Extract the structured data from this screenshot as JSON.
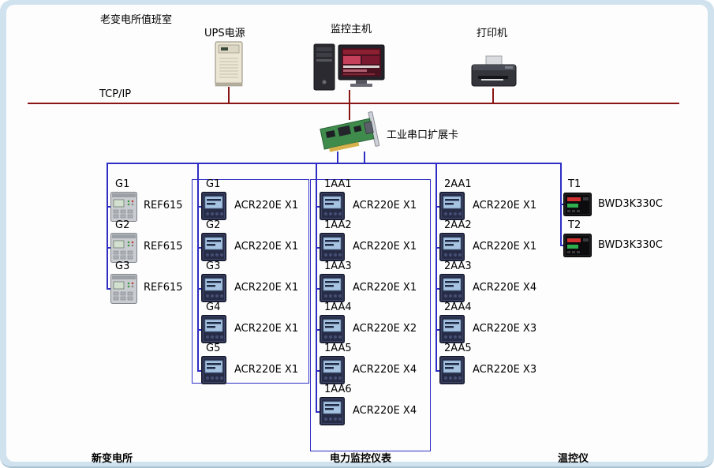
{
  "frame": {
    "title": "老变电所值班室",
    "footer_left": "新变电所",
    "footer_center": "电力监控仪表",
    "footer_right": "温控仪"
  },
  "top_devices": {
    "ups_label": "UPS电源",
    "host_label": "监控主机",
    "printer_label": "打印机"
  },
  "network": {
    "tcpip_label": "TCP/IP",
    "serial_card_label": "工业串口扩展卡"
  },
  "colors": {
    "tcpip_bus": "#8b1414",
    "field_bus": "#2e2ec4",
    "panel_bg": "#fdfdfd",
    "frame_bg": "#cfe2ee"
  },
  "columns": {
    "ref": {
      "items": [
        {
          "tag": "G1",
          "model": "REF615"
        },
        {
          "tag": "G2",
          "model": "REF615"
        },
        {
          "tag": "G3",
          "model": "REF615"
        }
      ]
    },
    "acr_g": {
      "items": [
        {
          "tag": "G1",
          "model": "ACR220E X1"
        },
        {
          "tag": "G2",
          "model": "ACR220E X1"
        },
        {
          "tag": "G3",
          "model": "ACR220E X1"
        },
        {
          "tag": "G4",
          "model": "ACR220E X1"
        },
        {
          "tag": "G5",
          "model": "ACR220E X1"
        }
      ]
    },
    "acr_1aa": {
      "items": [
        {
          "tag": "1AA1",
          "model": "ACR220E X1"
        },
        {
          "tag": "1AA2",
          "model": "ACR220E X1"
        },
        {
          "tag": "1AA3",
          "model": "ACR220E X1"
        },
        {
          "tag": "1AA4",
          "model": "ACR220E X2"
        },
        {
          "tag": "1AA5",
          "model": "ACR220E X4"
        },
        {
          "tag": "1AA6",
          "model": "ACR220E X4"
        }
      ]
    },
    "acr_2aa": {
      "items": [
        {
          "tag": "2AA1",
          "model": "ACR220E X1"
        },
        {
          "tag": "2AA2",
          "model": "ACR220E X1"
        },
        {
          "tag": "2AA3",
          "model": "ACR220E X4"
        },
        {
          "tag": "2AA4",
          "model": "ACR220E X3"
        },
        {
          "tag": "2AA5",
          "model": "ACR220E X3"
        }
      ]
    },
    "temp": {
      "items": [
        {
          "tag": "T1",
          "model": "BWD3K330C"
        },
        {
          "tag": "T2",
          "model": "BWD3K330C"
        }
      ]
    }
  }
}
